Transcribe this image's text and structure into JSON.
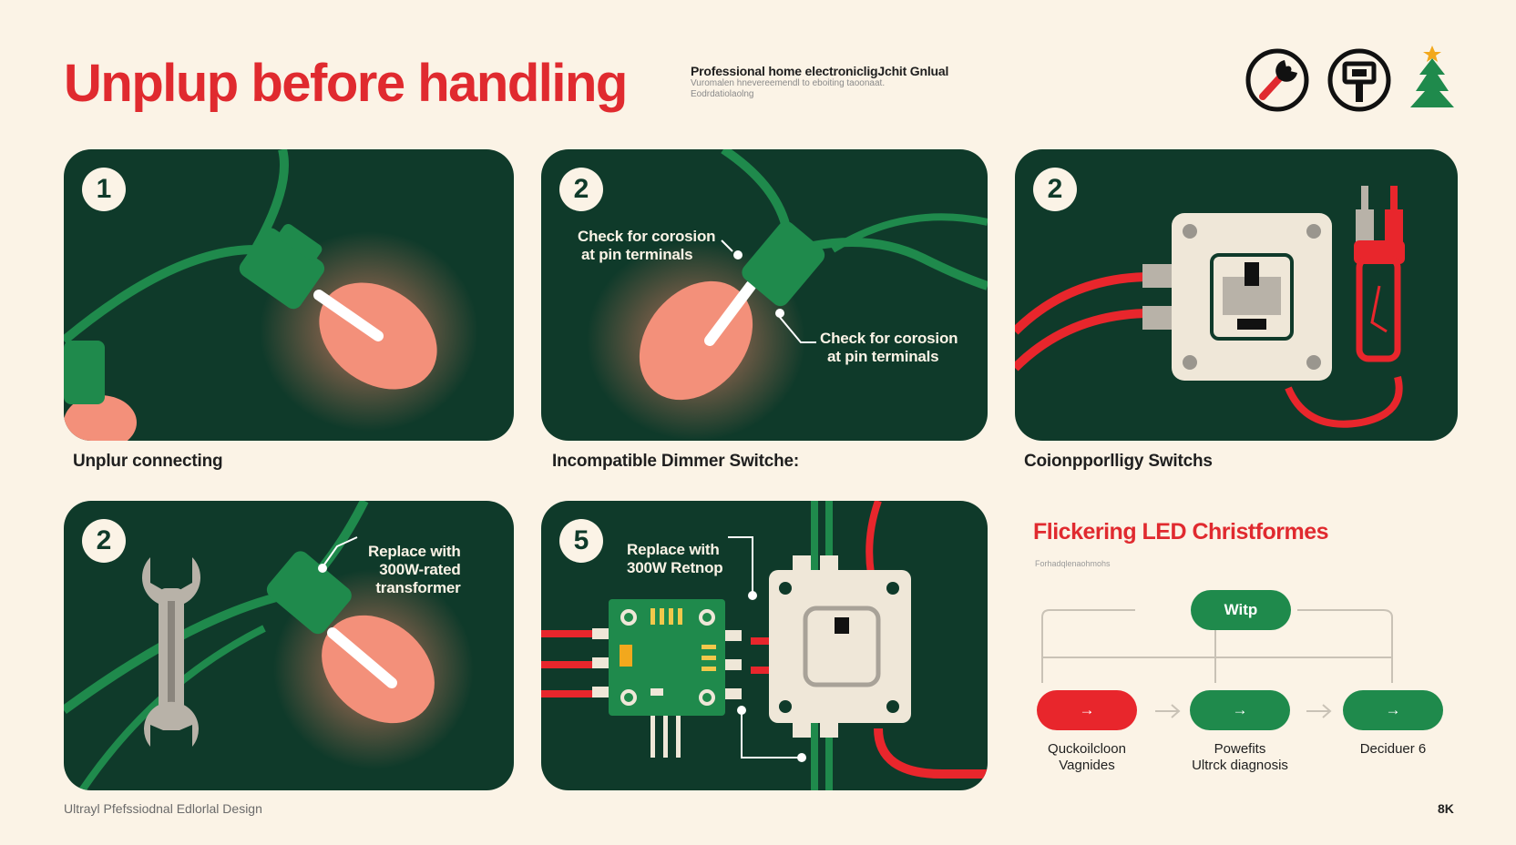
{
  "header": {
    "title": "Unplup before handling",
    "subtitle": "Professional home electronicligJchit Gnlual",
    "subtitle_small_1": "Vuromalen hnevereemendl to eboiting taoonaat.",
    "subtitle_small_2": "Eodrdatiolaolng"
  },
  "icons": [
    "wrench-circle-icon",
    "plug-circle-icon",
    "christmas-tree-icon"
  ],
  "panels": [
    {
      "number": "1",
      "caption": "Unplur connecting"
    },
    {
      "number": "2",
      "caption": "Incompatible Dimmer Switche:",
      "annotation_1_line1": "Check for corosion",
      "annotation_1_line2": "at pin terminals",
      "annotation_2_line1": "Check for corosion",
      "annotation_2_line2": "at pin terminals"
    },
    {
      "number": "2",
      "caption": "Coionpporlligy Switchs"
    },
    {
      "number": "2",
      "annotation_line1": "Replace with",
      "annotation_line2": "300W-rated",
      "annotation_line3": "transformer"
    },
    {
      "number": "5",
      "annotation_line1": "Replace with",
      "annotation_line2": "300W Retnop"
    }
  ],
  "flow": {
    "title": "Flickering LED Christformes",
    "subtitle": "Forhadqlenaohmohs",
    "top_node": "Witp",
    "nodes": [
      {
        "symbol": "→",
        "label_line1": "Quckoilcloon",
        "label_line2": "Vagnides",
        "color": "#e8262c"
      },
      {
        "symbol": "→",
        "label_line1": "Powefits",
        "label_line2": "Ultrck diagnosis",
        "color": "#1f8a4c"
      },
      {
        "symbol": "→",
        "label_line1": "Deciduer 6",
        "label_line2": "",
        "color": "#1f8a4c"
      }
    ]
  },
  "footer": {
    "left": "Ultrayl Pfefssiodnal Edlorlal Design",
    "right": "8K"
  },
  "colors": {
    "background": "#fbf3e6",
    "panel": "#0f3a2a",
    "accent_red": "#e02a2f",
    "accent_green": "#1f8a4c",
    "bulb": "#f3907a"
  }
}
